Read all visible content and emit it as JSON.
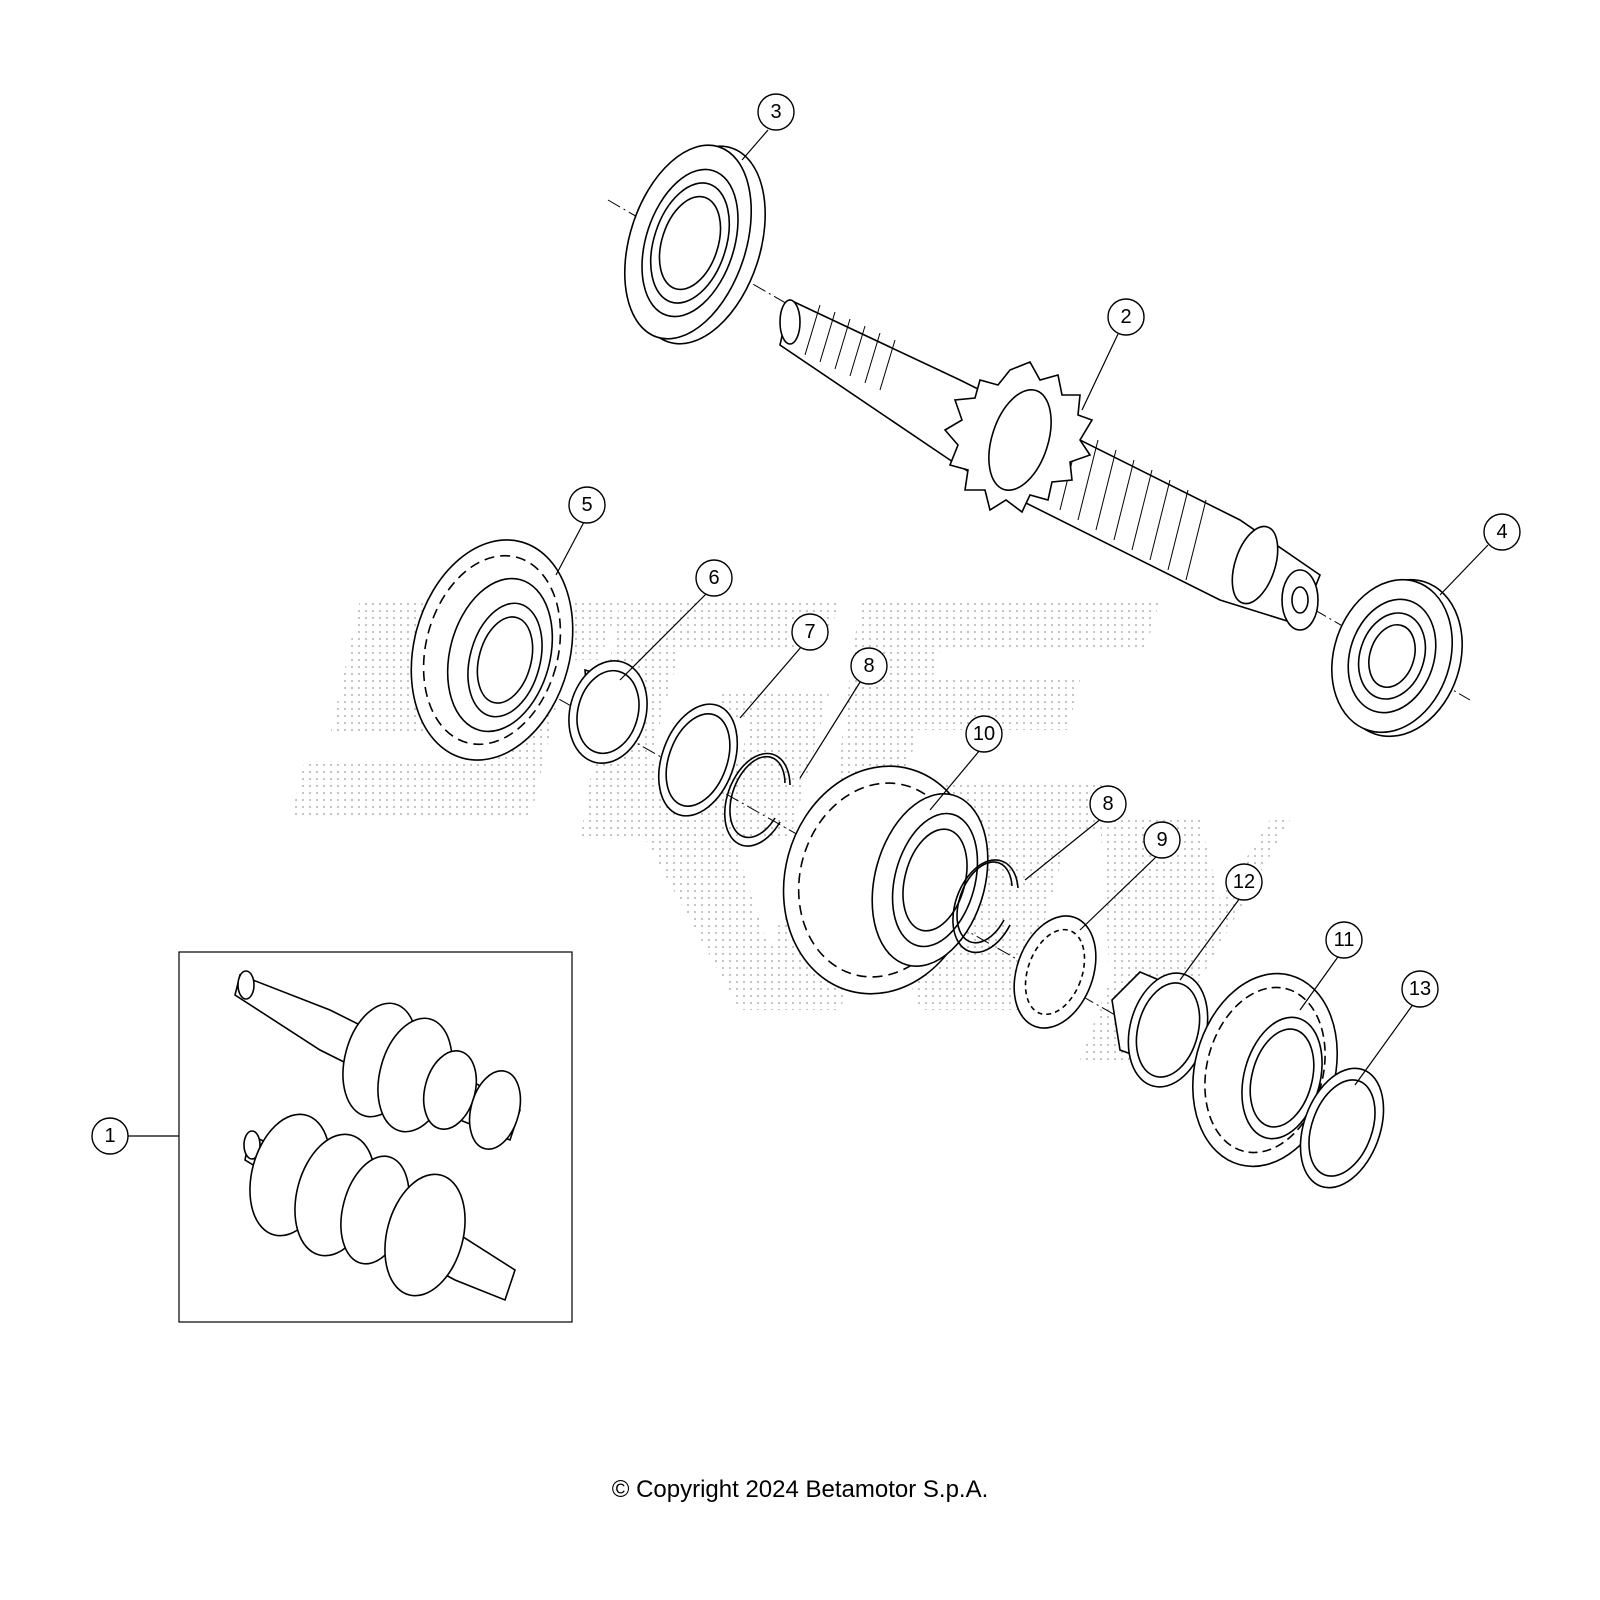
{
  "diagram": {
    "callouts": [
      {
        "id": "1",
        "label": "1"
      },
      {
        "id": "2",
        "label": "2"
      },
      {
        "id": "3",
        "label": "3"
      },
      {
        "id": "4",
        "label": "4"
      },
      {
        "id": "5",
        "label": "5"
      },
      {
        "id": "6",
        "label": "6"
      },
      {
        "id": "7",
        "label": "7"
      },
      {
        "id": "8a",
        "label": "8"
      },
      {
        "id": "8b",
        "label": "8"
      },
      {
        "id": "9",
        "label": "9"
      },
      {
        "id": "10",
        "label": "10"
      },
      {
        "id": "11",
        "label": "11"
      },
      {
        "id": "12",
        "label": "12"
      },
      {
        "id": "13",
        "label": "13"
      }
    ],
    "watermark": "SGEY",
    "copyright": "© Copyright 2024 Betamotor S.p.A."
  },
  "colors": {
    "line": "#000000",
    "background": "#ffffff",
    "watermark": "#c8c8c8"
  }
}
